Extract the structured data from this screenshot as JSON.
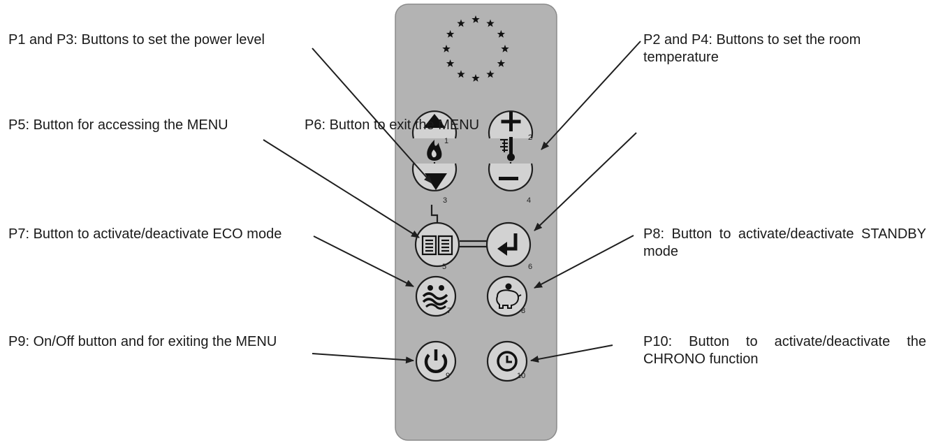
{
  "labels": {
    "p1_p3": "P1 and P3: Buttons to set the power level",
    "p2_p4": "P2 and P4: Buttons to set the room temperature",
    "p5": "P5: Button for accessing the MENU",
    "p6": "P6: Button to exit the MENU",
    "p7": "P7: Button to activate/deactivate ECO mode",
    "p8": "P8: Button to activate/deactivate STANDBY mode",
    "p9": "P9: On/Off button and for exiting the MENU",
    "p10": "P10: Button to activate/deactivate the CHRONO function"
  },
  "button_numbers": {
    "b1": "1",
    "b2": "2",
    "b3": "3",
    "b4": "4",
    "b5": "5",
    "b6": "6",
    "b7": "7",
    "b8": "8",
    "b9": "9",
    "b10": "10"
  },
  "icons": {
    "b1": "arrow-up-icon",
    "b2": "plus-icon",
    "b3": "arrow-down-icon",
    "b4": "minus-icon",
    "b5": "book-icon",
    "b6": "enter-icon",
    "b7": "eco-icon",
    "b8": "piggy-bank-icon",
    "b9": "power-icon",
    "b10": "clock-icon",
    "flame": "flame-icon",
    "thermometer": "thermometer-icon",
    "stars": "eu-stars-icon"
  },
  "colors": {
    "remote_body": "#b3b3b3",
    "button_fill": "#d2d2d2",
    "outline": "#1e1e1e",
    "text": "#1a1a1a"
  }
}
